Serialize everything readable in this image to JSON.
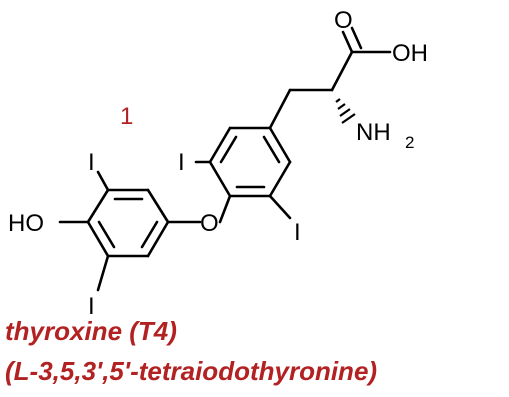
{
  "compound_number": "1",
  "names": {
    "common": "thyroxine (T4)",
    "systematic": "(L-3,5,3',5'-tetraiodothyronine)"
  },
  "atoms": {
    "carbonyl_oxygen": "O",
    "hydroxyl_acid": "OH",
    "amine_n": "NH",
    "amine_subscript": "2",
    "iodine_top_left": "I",
    "iodine_upper_inner": "I",
    "iodine_right": "I",
    "iodine_bottom_left": "I",
    "phenol": "HO",
    "ether_oxygen": "O"
  },
  "colors": {
    "accent": "#b22222",
    "bonds": "#000000",
    "background": "#ffffff"
  }
}
